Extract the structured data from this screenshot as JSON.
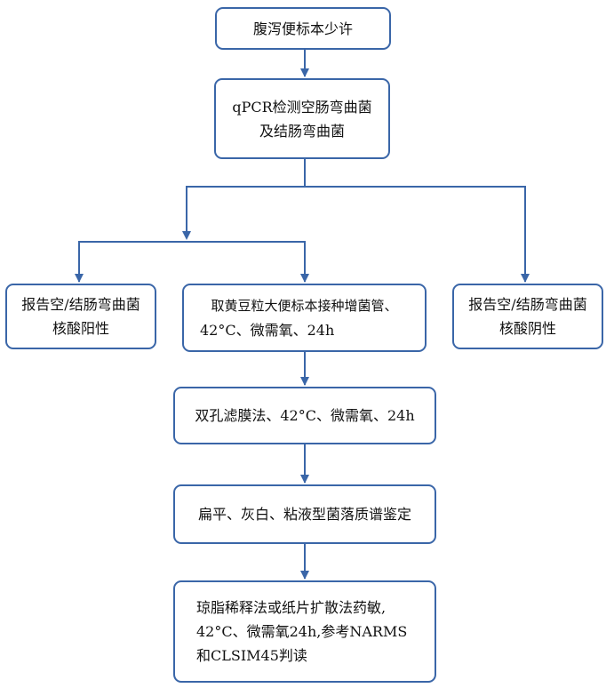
{
  "colors": {
    "stroke": "#3a66a8",
    "text": "#111111",
    "background": "#ffffff"
  },
  "nodes": {
    "diarrhea": {
      "lines": [
        "腹泻便标本少许"
      ]
    },
    "qpcr": {
      "lines": [
        "qPCR检测空肠弯曲菌",
        "及结肠弯曲菌"
      ]
    },
    "positive": {
      "lines": [
        "报告空/结肠弯曲菌",
        "核酸阳性"
      ]
    },
    "enrichment": {
      "lines": [
        "取黄豆粒大便标本接种增菌管、",
        "42°C、微需氧、24h"
      ]
    },
    "negative": {
      "lines": [
        "报告空/结肠弯曲菌",
        "核酸阴性"
      ]
    },
    "filtration": {
      "lines": [
        "双孔滤膜法、42°C、微需氧、24h"
      ]
    },
    "colonies": {
      "lines": [
        "扁平、灰白、粘液型菌落质谱鉴定"
      ]
    },
    "ast": {
      "lines": [
        "琼脂稀释法或纸片扩散法药敏,",
        "42°C、微需氧24h,参考NARMS",
        "和CLSIM45判读"
      ]
    }
  }
}
